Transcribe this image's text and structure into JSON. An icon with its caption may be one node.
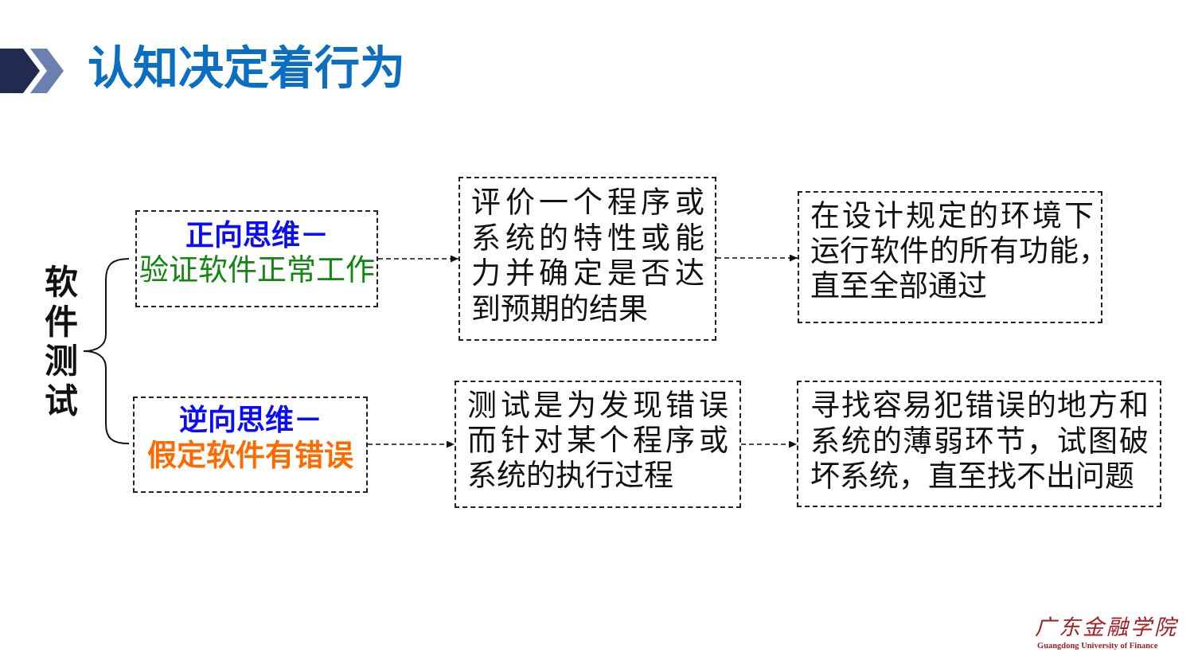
{
  "diagram": {
    "title": "认知决定着行为",
    "nodes": [
      {
        "text": [
          "正向思维－",
          "验证软件正常工作"
        ]
      },
      {
        "text": [
          "评价一个程序或系统的特性或能力并确定是否达到预期的结果"
        ]
      },
      {
        "text": [
          "在设计规定的环境下运行软件的所有功能，直至全部通过"
        ]
      },
      {
        "text": [
          "逆向思维－",
          "假定软件有错误"
        ]
      },
      {
        "text": [
          "测试是为发现错误而针对某个程序或系统的执行过程"
        ]
      },
      {
        "text": [
          "寻找容易犯错误的地方和系统的薄弱环节，试图破坏系统，直至找不出问题"
        ]
      }
    ],
    "edges": [
      {
        "from": 0,
        "to": 1,
        "arrow": "to",
        "style": "dashed"
      },
      {
        "from": 1,
        "to": 2,
        "arrow": "to",
        "style": "dashed"
      },
      {
        "from": 3,
        "to": 4,
        "arrow": "to",
        "style": "dashed"
      },
      {
        "from": 4,
        "to": 5,
        "arrow": "to",
        "style": "dashed"
      }
    ],
    "labels": [
      "软件测试",
      "广东金融学院",
      "Guangdong University of Finance"
    ]
  }
}
